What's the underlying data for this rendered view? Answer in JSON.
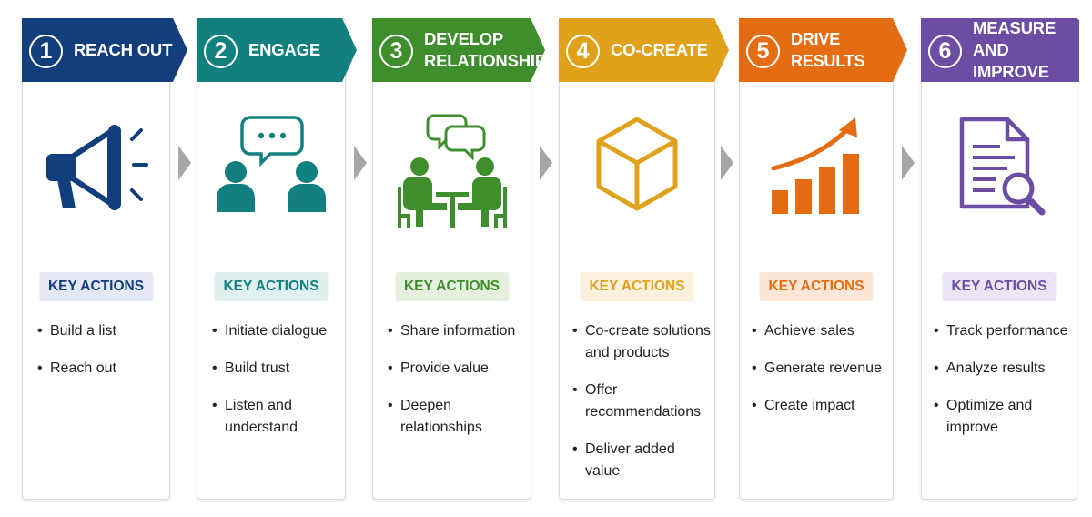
{
  "key_actions_label": "KEY ACTIONS",
  "steps": [
    {
      "number": "1",
      "title": "REACH OUT",
      "color": "#123e7c",
      "badge_bg": "#e3e8f4",
      "icon": "megaphone-icon",
      "actions": [
        "Build a list",
        "Reach out"
      ]
    },
    {
      "number": "2",
      "title": "ENGAGE",
      "color": "#11807f",
      "badge_bg": "#e0f0ef",
      "icon": "conversation-people-icon",
      "actions": [
        "Initiate dialogue",
        "Build trust",
        "Listen and\nunderstand"
      ]
    },
    {
      "number": "3",
      "title": "DEVELOP\nRELATIONSHIP",
      "color": "#3f8e2d",
      "badge_bg": "#e5f0df",
      "icon": "meeting-table-icon",
      "actions": [
        "Share information",
        "Provide value",
        "Deepen\nrelationships"
      ]
    },
    {
      "number": "4",
      "title": "CO-CREATE",
      "color": "#e0a21b",
      "badge_bg": "#fcf1dc",
      "icon": "cube-icon",
      "actions": [
        "Co-create solutions\nand products",
        "Offer\nrecommendations",
        "Deliver added\nvalue"
      ]
    },
    {
      "number": "5",
      "title": "DRIVE RESULTS",
      "color": "#e46c12",
      "badge_bg": "#fce6d6",
      "icon": "growth-chart-icon",
      "actions": [
        "Achieve sales",
        "Generate revenue",
        "Create impact"
      ]
    },
    {
      "number": "6",
      "title": "MEASURE\nAND IMPROVE",
      "color": "#6b4da3",
      "badge_bg": "#ebe5f3",
      "icon": "document-search-icon",
      "actions": [
        "Track performance",
        "Analyze results",
        "Optimize and\nimprove"
      ]
    }
  ],
  "connector_color": "#a6a6a6"
}
